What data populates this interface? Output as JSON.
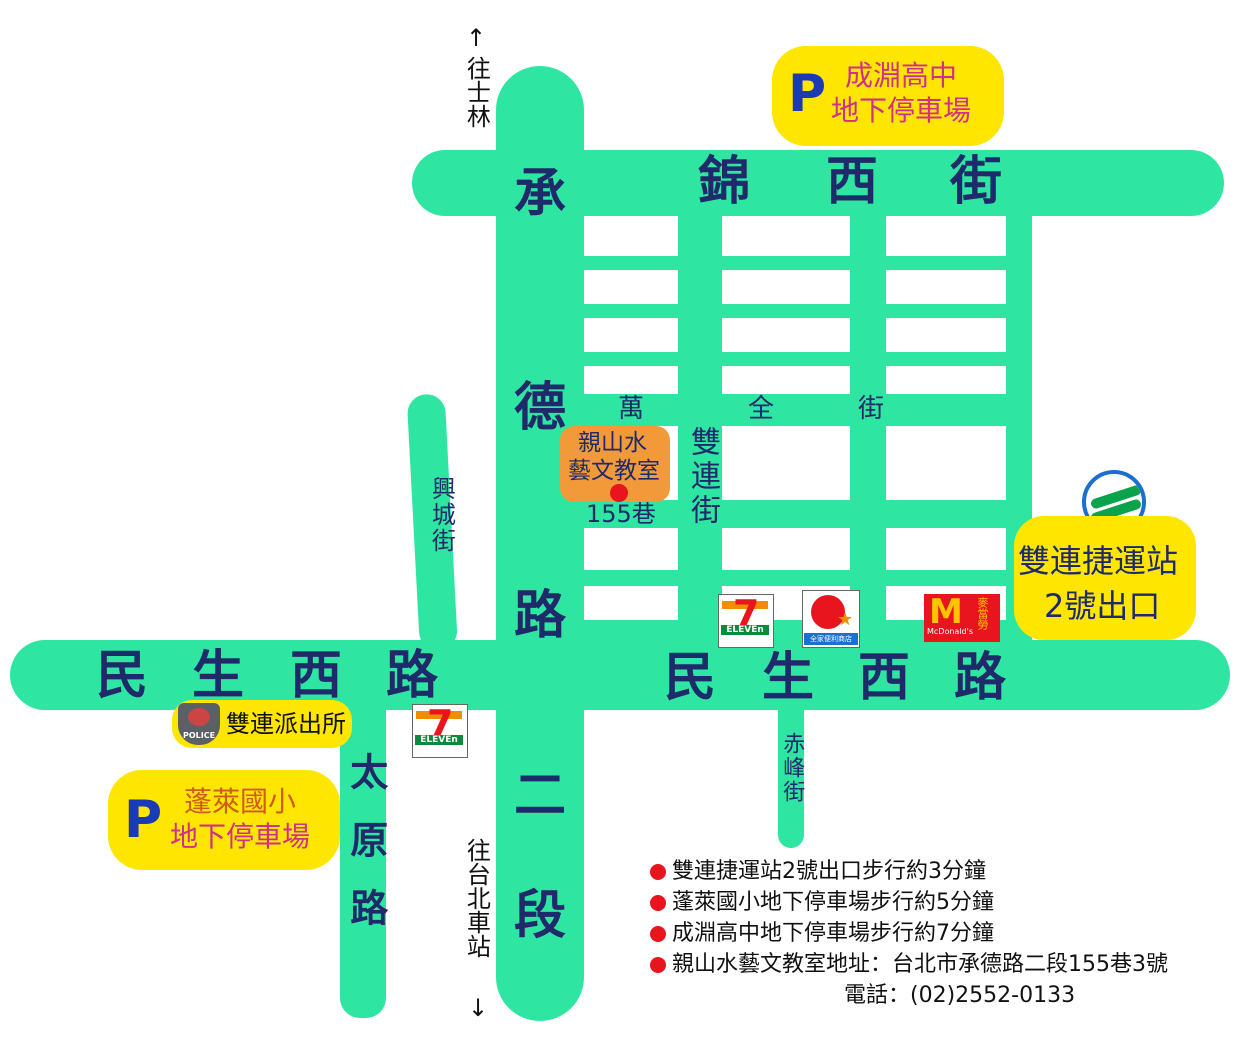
{
  "directions": {
    "north_arrow": "↑",
    "north_label": "往士林",
    "south_label": "往台北車站",
    "south_arrow": "↓"
  },
  "roads": {
    "chengde_top": "承",
    "chengde_mid1": "德",
    "chengde_mid2": "路",
    "chengde_low1": "二",
    "chengde_low2": "段",
    "jinxi": [
      "錦",
      "西",
      "街"
    ],
    "minsheng_left": [
      "民",
      "生",
      "西",
      "路"
    ],
    "minsheng_right": [
      "民",
      "生",
      "西",
      "路"
    ],
    "wanquan": [
      "萬",
      "全",
      "街"
    ],
    "shuanglian": "雙連街",
    "xingcheng": "興城街",
    "taiyuan": "太原路",
    "chifeng": "赤峰街",
    "lane155": "155巷"
  },
  "places": {
    "studio_line1": "親山水",
    "studio_line2": "藝文教室",
    "police": "雙連派出所",
    "police_badge": "POLICE",
    "parking_north_letter": "P",
    "parking_north_line1": "成淵高中",
    "parking_north_line2": "地下停車場",
    "parking_south_letter": "P",
    "parking_south_line1": "蓬萊國小",
    "parking_south_line2": "地下停車場",
    "mrt_line1": "雙連捷運站",
    "mrt_line2": "2號出口"
  },
  "logos": {
    "seven_text": "ELEVEn",
    "familymart_text": "全家便利商店",
    "mcd_text": "McDonald's",
    "mcd_cn": "麥當勞"
  },
  "legend": {
    "item1": "雙連捷運站2號出口步行約3分鐘",
    "item2": "蓬萊國小地下停車場步行約5分鐘",
    "item3": "成淵高中地下停車場步行約7分鐘",
    "item4": "親山水藝文教室地址：台北市承德路二段155巷3號",
    "phone": "電話：(02)2552-0133"
  },
  "colors": {
    "road": "#2ee6a2",
    "text": "#1f2a6b",
    "parking": "#ffe600",
    "studio": "#f29a3a",
    "marker": "#e8141e"
  }
}
